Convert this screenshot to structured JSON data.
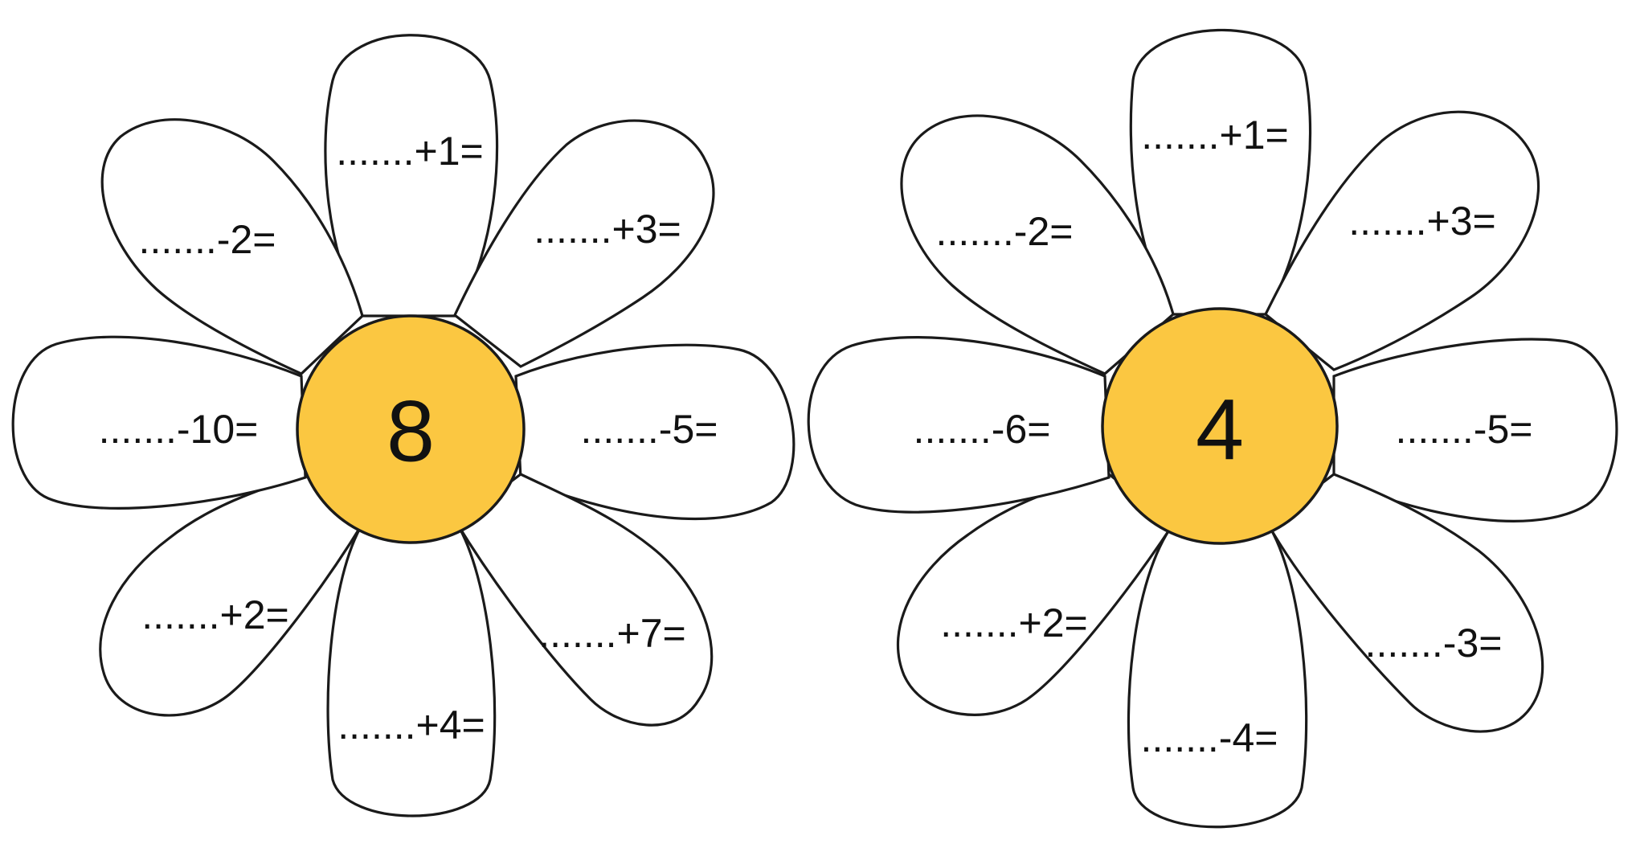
{
  "colors": {
    "flower_center": "#fbc741",
    "outline": "#1a1a1a",
    "petal_fill": "#ffffff"
  },
  "flowers": [
    {
      "center": "8",
      "petals": {
        "top": ".......+1=",
        "top_right": ".......+3=",
        "right": ".......-5=",
        "bottom_right": ".......+7=",
        "bottom": ".......+4=",
        "bottom_left": ".......+2=",
        "left": ".......-10=",
        "top_left": ".......-2="
      }
    },
    {
      "center": "4",
      "petals": {
        "top": ".......+1=",
        "top_right": ".......+3=",
        "right": ".......-5=",
        "bottom_right": ".......-3=",
        "bottom": ".......-4=",
        "bottom_left": ".......+2=",
        "left": ".......-6=",
        "top_left": ".......-2="
      }
    }
  ]
}
